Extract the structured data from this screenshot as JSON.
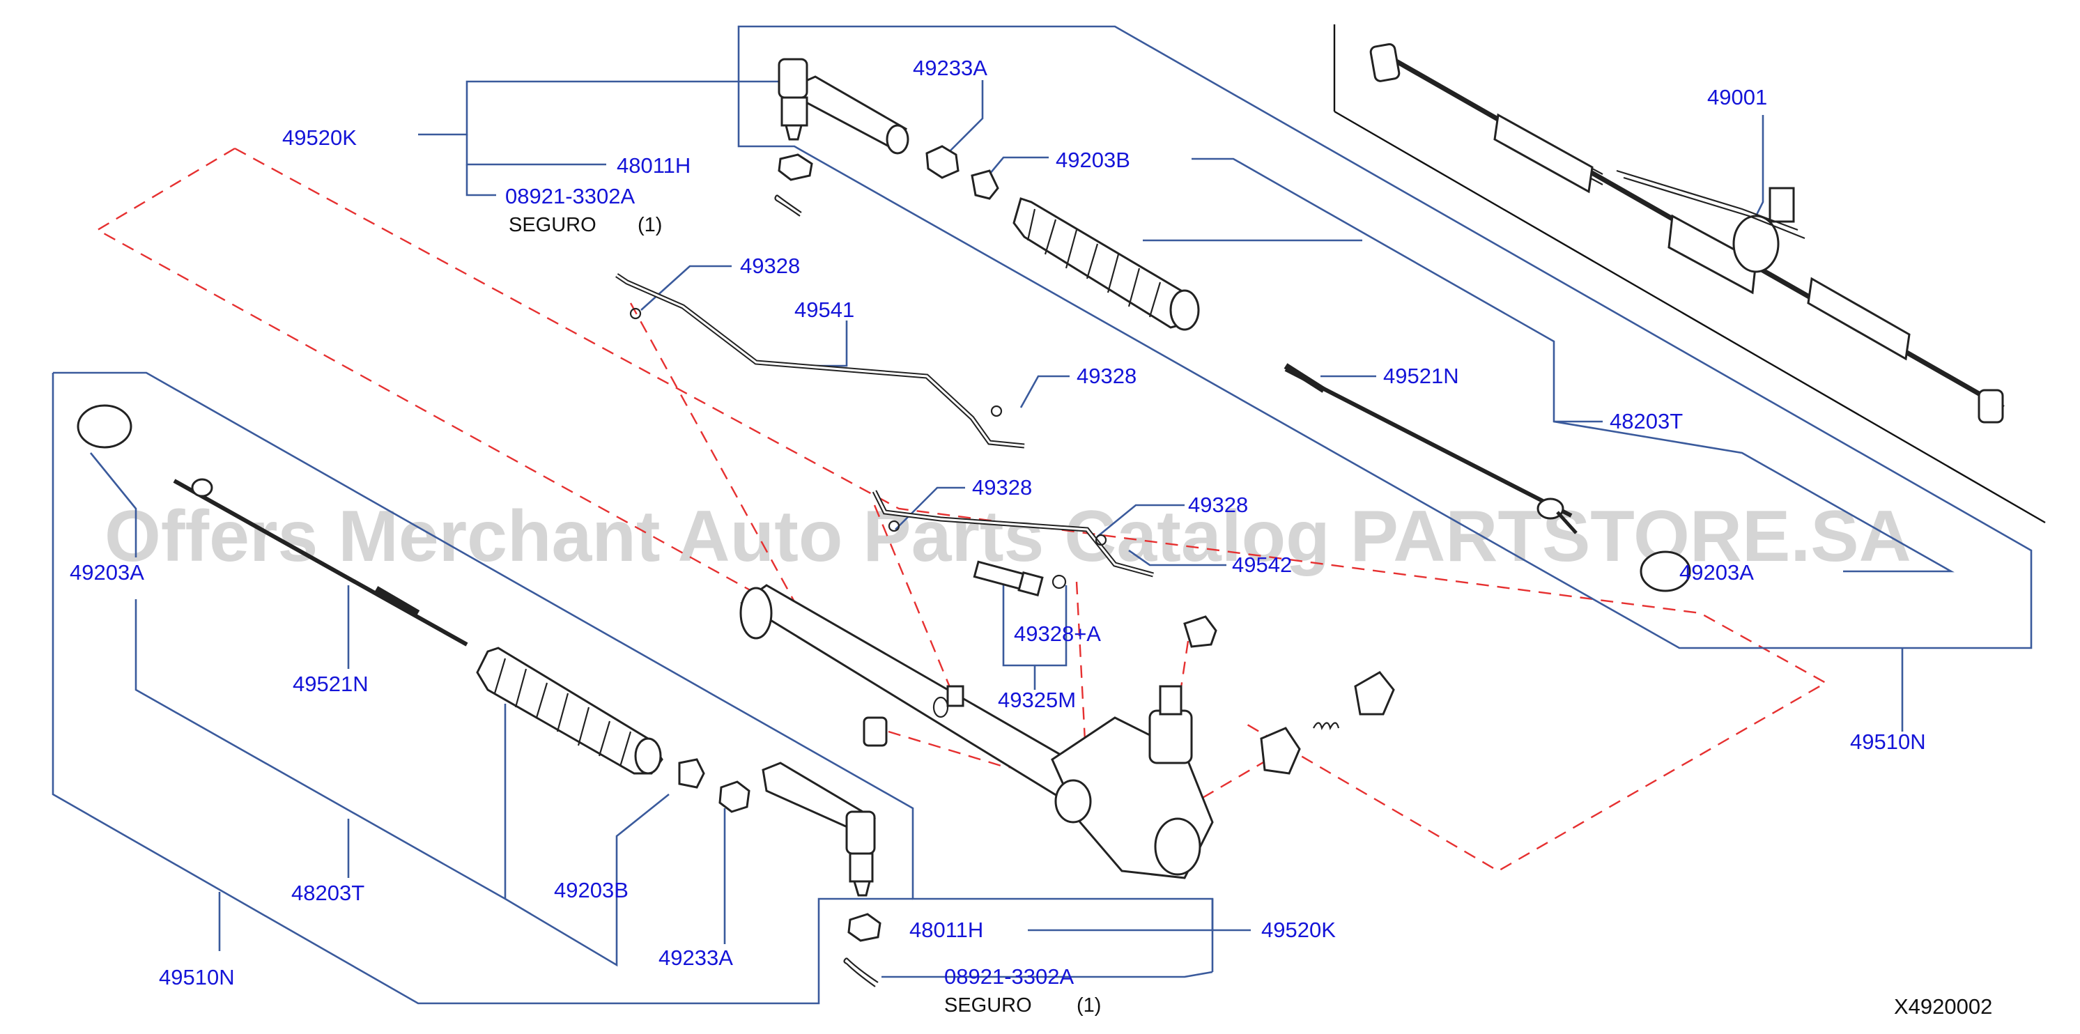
{
  "labels": {
    "p49520K_top": "49520K",
    "p48011H_top": "48011H",
    "p08921_top": "08921-3302A",
    "seguro_top": "SEGURO",
    "seguro_top_qty": "(1)",
    "p49233A_top": "49233A",
    "p49203B_top": "49203B",
    "p49001": "49001",
    "p49328_a": "49328",
    "p49541": "49541",
    "p49328_b": "49328",
    "p49521N_right": "49521N",
    "p48203T_right": "48203T",
    "p49328_c": "49328",
    "p49328_d": "49328",
    "p49542": "49542",
    "p49328A": "49328+A",
    "p49325M": "49325M",
    "p49203A_right": "49203A",
    "p49510N_right": "49510N",
    "p49203A_left": "49203A",
    "p49521N_left": "49521N",
    "p48203T_left": "48203T",
    "p49203B_bottom": "49203B",
    "p49233A_bottom": "49233A",
    "p49510N_left": "49510N",
    "p48011H_bottom": "48011H",
    "p49520K_bottom": "49520K",
    "p08921_bottom": "08921-3302A",
    "seguro_bottom": "SEGURO",
    "seguro_bottom_qty": "(1)",
    "diagram_code": "X4920002"
  },
  "watermark": "Offers Merchant Auto Parts Catalog PARTSTORE.SA",
  "colors": {
    "part_number": "#1414d8",
    "leader_line": "#3a5a9c",
    "dashed_guide": "#e63030",
    "watermark": "#c8c8c8"
  }
}
